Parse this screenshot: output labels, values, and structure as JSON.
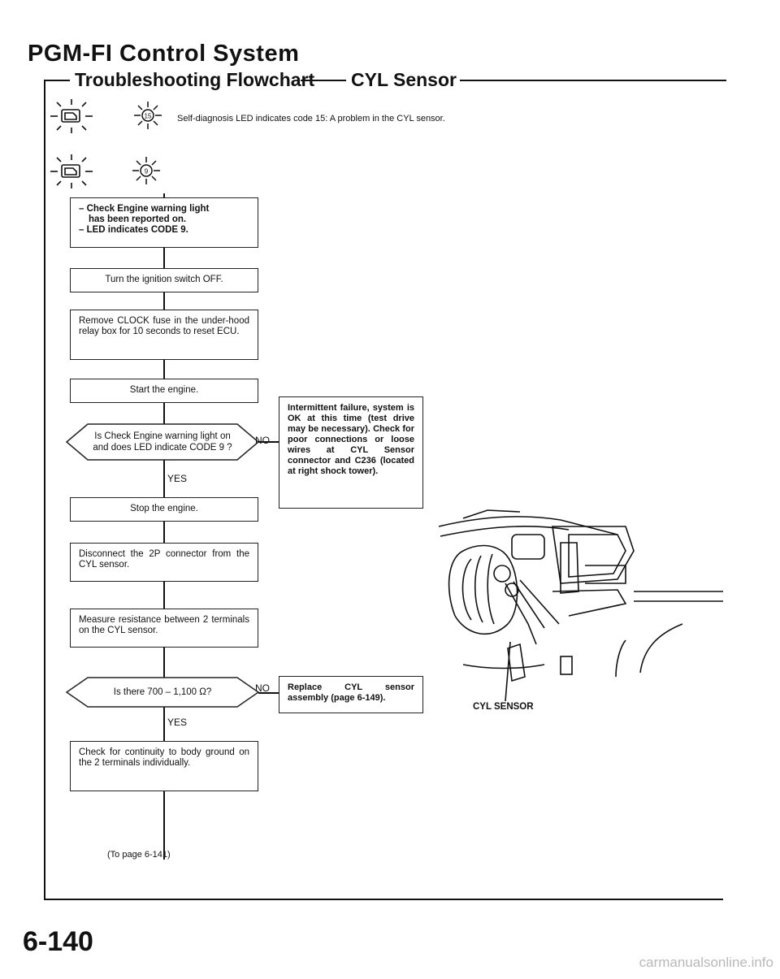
{
  "header": {
    "title": "PGM-FI Control System",
    "section": "Troubleshooting Flowchart",
    "subsection": "CYL Sensor"
  },
  "diagnosis": {
    "led_code_icon_label": "15",
    "text": "Self-diagnosis LED indicates code 15: A problem in the CYL sensor.",
    "second_code_icon_label": "9"
  },
  "flow": {
    "step1": [
      "– Check Engine warning light",
      "has been reported on.",
      "– LED indicates CODE 9."
    ],
    "step2": "Turn the ignition switch OFF.",
    "step3": "Remove CLOCK fuse in the under-hood relay box for 10 seconds to reset ECU.",
    "step4": "Start the engine.",
    "decision1": [
      "Is Check Engine warning light on",
      "and does LED indicate CODE 9 ?"
    ],
    "decision1_no": "NO",
    "decision1_yes": "YES",
    "intermittent": "Intermittent failure, system is OK at this time (test drive may be necessary). Check for poor connections or loose wires at CYL Sensor connector and C236 (located at right shock tower).",
    "step5": "Stop the engine.",
    "step6": "Disconnect the 2P connector from the CYL sensor.",
    "step7": "Measure resistance between 2 terminals on the CYL sensor.",
    "decision2": "Is there 700 – 1,100 Ω?",
    "decision2_no": "NO",
    "decision2_yes": "YES",
    "replace": "Replace CYL sensor assembly (page 6-149).",
    "step8": "Check for continuity to body ground on the 2 terminals individually.",
    "continue_note": "(To page 6-141)"
  },
  "illustration": {
    "label": "CYL SENSOR"
  },
  "footer": {
    "page_number": "6-140",
    "watermark": "carmanualsonline.info"
  }
}
